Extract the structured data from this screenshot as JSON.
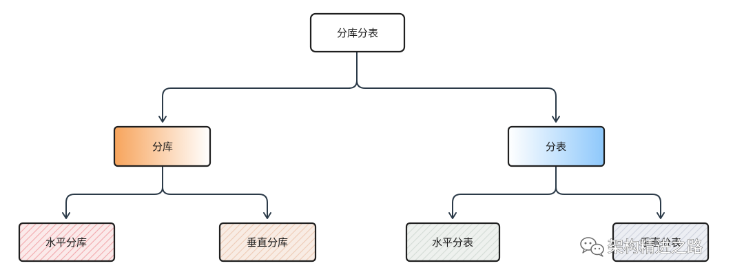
{
  "diagram": {
    "root": {
      "label": "分库分表",
      "fill": "#ffffff"
    },
    "branches": [
      {
        "label": "分库",
        "fill_from": "#f7a45c",
        "fill_to": "#ffffff",
        "children": [
          {
            "label": "水平分库",
            "hatch": "#f2a9ad",
            "bg": "#fbeaea"
          },
          {
            "label": "垂直分库",
            "hatch": "#eecbb6",
            "bg": "#f8ece4"
          }
        ]
      },
      {
        "label": "分表",
        "fill_from": "#ffffff",
        "fill_to": "#8ec8fb",
        "children": [
          {
            "label": "水平分表",
            "hatch": "#d4dcd6",
            "bg": "#eef1ee"
          },
          {
            "label": "垂直分表",
            "hatch": "#cfd3de",
            "bg": "#eceef3"
          }
        ]
      }
    ]
  },
  "watermark": {
    "text": "架构精进之路",
    "icon": "wechat-icon"
  },
  "colors": {
    "stroke": "#1f1f1f",
    "edge": "#2b3a48"
  }
}
